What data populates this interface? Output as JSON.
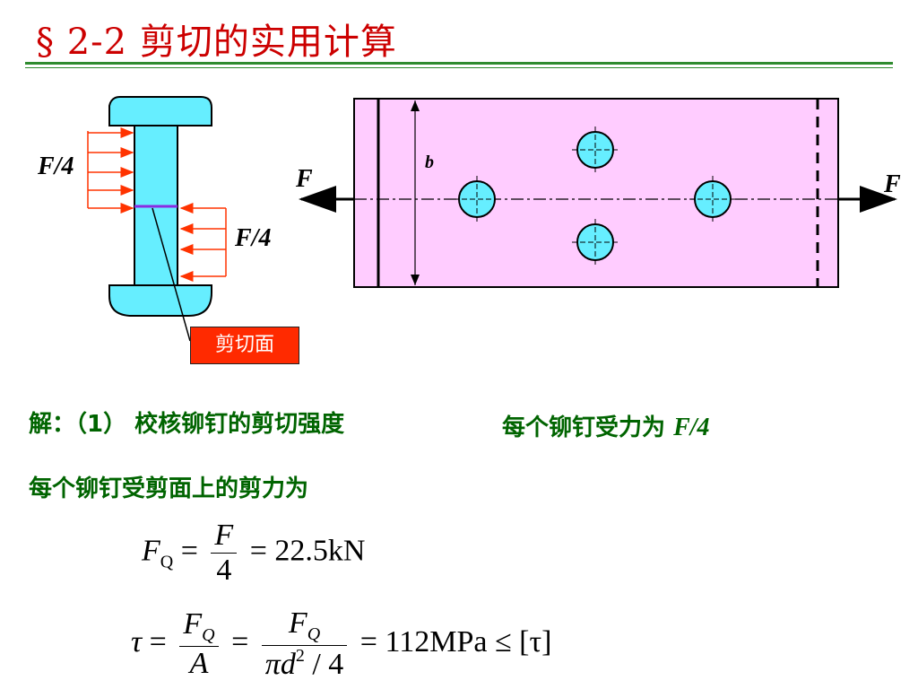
{
  "title": "§ 2-2 剪切的实用计算",
  "figure": {
    "left_label_top": "F/4",
    "left_label_bottom": "F/4",
    "shear_plane_label": "剪切面",
    "force_left": "F",
    "force_right": "F",
    "width_label": "b"
  },
  "solution": {
    "line1_prefix": "解：（1） 校核铆钉的剪切强度",
    "line1_right": "每个铆钉受力为",
    "line1_right_value": "F/4",
    "line2": "每个铆钉受剪面上的剪力为"
  },
  "equation1": {
    "lhs": "F",
    "lhs_sub": "Q",
    "frac_num": "F",
    "frac_den": "4",
    "result": "22.5kN"
  },
  "equation2": {
    "lhs": "τ",
    "f1_num": "F",
    "f1_num_sub": "Q",
    "f1_den": "A",
    "f2_num": "F",
    "f2_num_sub": "Q",
    "f2_den_a": "πd",
    "f2_den_sup": "2",
    "f2_den_b": " / 4",
    "result": "112MPa",
    "relation": "≤",
    "allow": "[τ]"
  }
}
